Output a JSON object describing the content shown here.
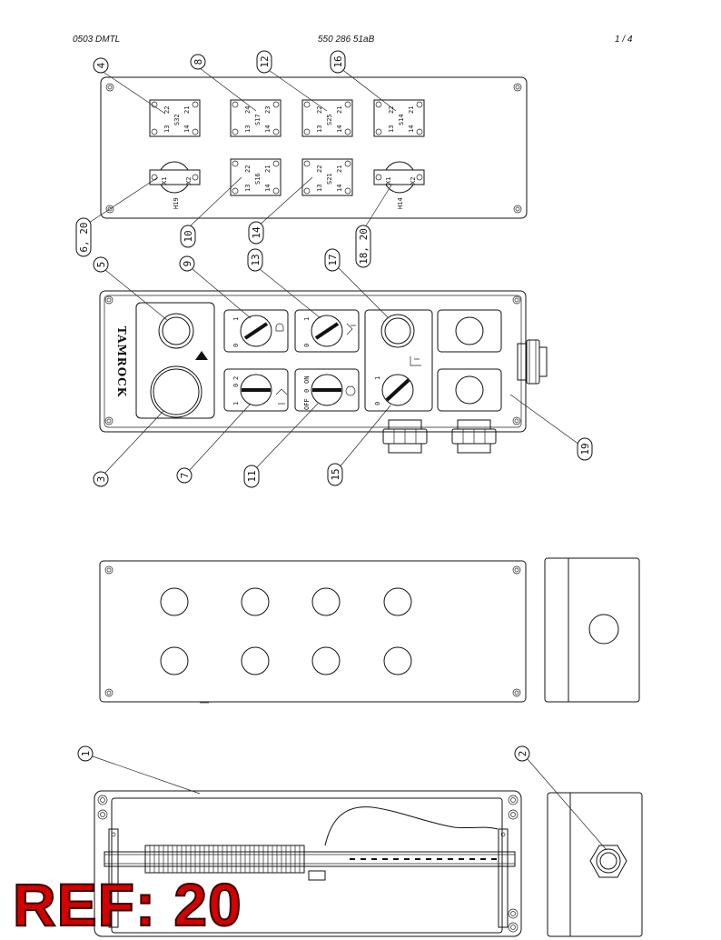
{
  "header": {
    "left": "0503 DMTL",
    "center": "550 286 51aB",
    "right": "1 /  4"
  },
  "top_panel": {
    "callouts": [
      "4",
      "8",
      "12",
      "16",
      "6, 20",
      "10",
      "14",
      "18, 20"
    ],
    "contact_blocks_row1": [
      {
        "id": "S32",
        "nums": [
          "13",
          "22",
          "14",
          "21"
        ]
      },
      {
        "id": "S17",
        "nums": [
          "13",
          "24",
          "14",
          "23"
        ]
      },
      {
        "id": "S25",
        "nums": [
          "13",
          "22",
          "14",
          "21"
        ]
      },
      {
        "id": "S14",
        "nums": [
          "13",
          "22",
          "14",
          "21"
        ]
      }
    ],
    "contact_blocks_row2": [
      {
        "id": "S16",
        "nums": [
          "13",
          "22",
          "14",
          "21"
        ]
      },
      {
        "id": "S21",
        "nums": [
          "13",
          "22",
          "14",
          "21"
        ]
      }
    ],
    "lamps": [
      {
        "id": "H19",
        "terminals": [
          "X1",
          "X2"
        ]
      },
      {
        "id": "H14",
        "terminals": [
          "X1",
          "X2"
        ]
      }
    ]
  },
  "front_panel": {
    "callouts_top": [
      "5",
      "9",
      "13",
      "17"
    ],
    "callouts_bottom": [
      "3",
      "7",
      "11",
      "15"
    ],
    "callout_side": "19",
    "brand": "TAMROCK",
    "switch_labels": {
      "sw9": [
        "0",
        "1"
      ],
      "sw13": [
        "0",
        "1"
      ],
      "sw7": [
        "1",
        "0",
        "2"
      ],
      "sw11": [
        "OFF",
        "0",
        "ON"
      ],
      "sw15": [
        "0",
        "1"
      ]
    }
  },
  "bottom_section": {
    "callouts": [
      "1",
      "2"
    ]
  },
  "ref_label": "REF: 20"
}
